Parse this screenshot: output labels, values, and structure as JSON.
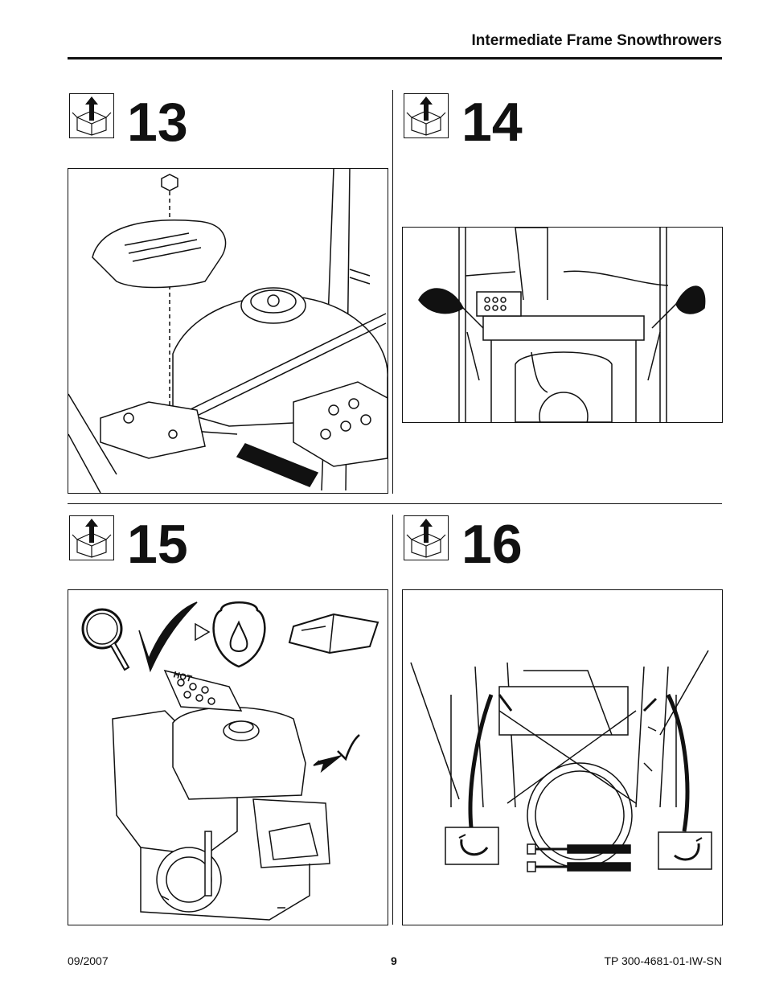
{
  "header": {
    "title": "Intermediate Frame Snowthrowers"
  },
  "steps": [
    {
      "number": "13",
      "icon": "unpack-box-icon"
    },
    {
      "number": "14",
      "icon": "unpack-box-icon"
    },
    {
      "number": "15",
      "icon": "unpack-box-icon"
    },
    {
      "number": "16",
      "icon": "unpack-box-icon"
    }
  ],
  "illustration_15": {
    "label": "HOT"
  },
  "footer": {
    "date": "09/2007",
    "page": "9",
    "doc_number": "TP 300-4681-01-IW-SN"
  }
}
